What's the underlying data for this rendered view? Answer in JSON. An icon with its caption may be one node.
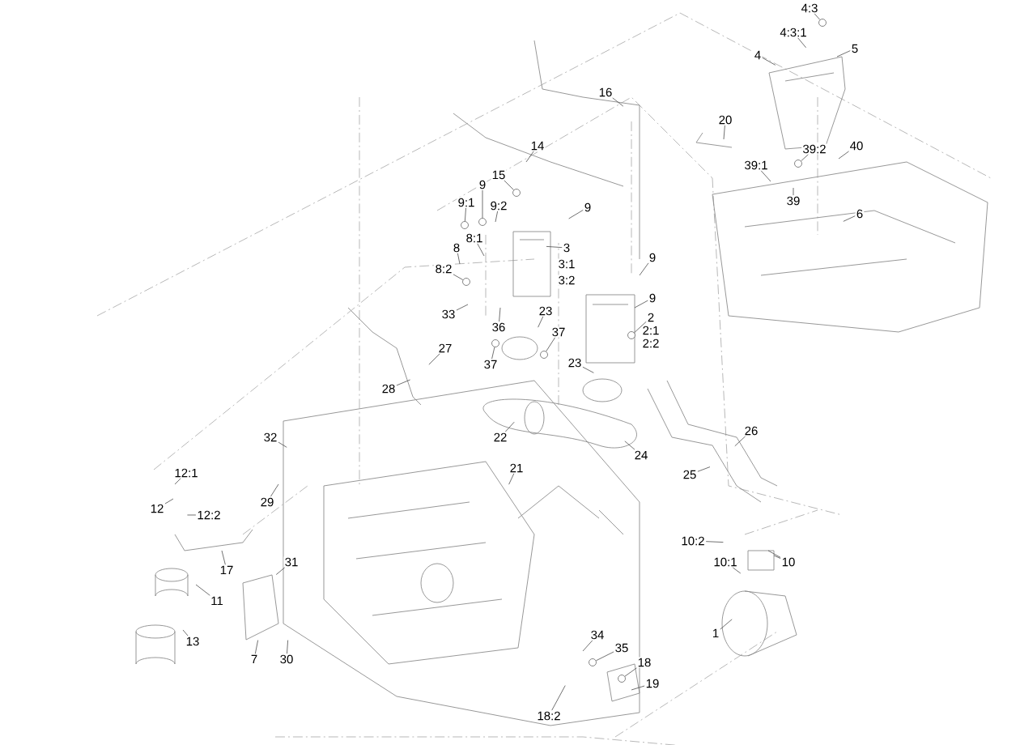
{
  "diagram": {
    "nodes": [
      {
        "text": [
          "4:3"
        ]
      },
      {
        "text": [
          "4:3:1"
        ]
      },
      {
        "text": [
          "5"
        ]
      },
      {
        "text": [
          "4"
        ]
      },
      {
        "text": [
          "16"
        ]
      },
      {
        "text": [
          "20"
        ]
      },
      {
        "text": [
          "14"
        ]
      },
      {
        "text": [
          "40"
        ]
      },
      {
        "text": [
          "39:2"
        ]
      },
      {
        "text": [
          "39:1"
        ]
      },
      {
        "text": [
          "15"
        ]
      },
      {
        "text": [
          "9"
        ]
      },
      {
        "text": [
          "39"
        ]
      },
      {
        "text": [
          "9:1"
        ]
      },
      {
        "text": [
          "9:2"
        ]
      },
      {
        "text": [
          "9"
        ]
      },
      {
        "text": [
          "6"
        ]
      },
      {
        "text": [
          "8:1"
        ]
      },
      {
        "text": [
          "8"
        ]
      },
      {
        "text": [
          "3"
        ]
      },
      {
        "text": [
          "9"
        ]
      },
      {
        "text": [
          "8:2"
        ]
      },
      {
        "text": [
          "9"
        ]
      },
      {
        "text": [
          "33"
        ]
      },
      {
        "text": [
          "23"
        ]
      },
      {
        "text": [
          "2"
        ]
      },
      {
        "text": [
          "36"
        ]
      },
      {
        "text": [
          "37"
        ]
      },
      {
        "text": [
          "27"
        ]
      },
      {
        "text": [
          "37"
        ]
      },
      {
        "text": [
          "23"
        ]
      },
      {
        "text": [
          "28"
        ]
      },
      {
        "text": [
          "26"
        ]
      },
      {
        "text": [
          "22"
        ]
      },
      {
        "text": [
          "32"
        ]
      },
      {
        "text": [
          "24"
        ]
      },
      {
        "text": [
          "21"
        ]
      },
      {
        "text": [
          "12:1"
        ]
      },
      {
        "text": [
          "25"
        ]
      },
      {
        "text": [
          "29"
        ]
      },
      {
        "text": [
          "12"
        ]
      },
      {
        "text": [
          "12:2"
        ]
      },
      {
        "text": [
          "10:2"
        ]
      },
      {
        "text": [
          "31"
        ]
      },
      {
        "text": [
          "10:1"
        ]
      },
      {
        "text": [
          "10"
        ]
      },
      {
        "text": [
          "17"
        ]
      },
      {
        "text": [
          "11"
        ]
      },
      {
        "text": [
          "1"
        ]
      },
      {
        "text": [
          "34"
        ]
      },
      {
        "text": [
          "13"
        ]
      },
      {
        "text": [
          "35"
        ]
      },
      {
        "text": [
          "7"
        ]
      },
      {
        "text": [
          "30"
        ]
      },
      {
        "text": [
          "18"
        ]
      },
      {
        "text": [
          "19"
        ]
      },
      {
        "text": [
          "18:2"
        ]
      },
      {
        "text": [],
        "shape": "circle"
      },
      {
        "text": [],
        "shape": "circle"
      },
      {
        "text": [],
        "shape": "circle"
      },
      {
        "text": [],
        "shape": "circle"
      },
      {
        "text": [],
        "shape": "circle"
      },
      {
        "text": [],
        "shape": "circle"
      },
      {
        "text": [],
        "shape": "circle"
      },
      {
        "text": [],
        "shape": "circle"
      },
      {
        "text": [],
        "shape": "circle"
      },
      {
        "text": [],
        "shape": "circle"
      },
      {
        "text": [],
        "shape": "circle"
      }
    ],
    "edges": [
      {
        "from": 0,
        "to": 57,
        "arrow": "none"
      },
      {
        "from": 1,
        "to": null,
        "arrow": "none"
      },
      {
        "from": 2,
        "to": null,
        "arrow": "none"
      },
      {
        "from": 3,
        "to": null,
        "arrow": "none"
      },
      {
        "from": 4,
        "to": null,
        "arrow": "none"
      },
      {
        "from": 5,
        "to": null,
        "arrow": "none"
      },
      {
        "from": 6,
        "to": null,
        "arrow": "none"
      },
      {
        "from": 7,
        "to": null,
        "arrow": "none"
      },
      {
        "from": 8,
        "to": 58,
        "arrow": "none"
      },
      {
        "from": 9,
        "to": null,
        "arrow": "none"
      },
      {
        "from": 10,
        "to": 59,
        "arrow": "none"
      },
      {
        "from": 11,
        "to": 60,
        "arrow": "none"
      },
      {
        "from": 12,
        "to": null,
        "arrow": "none"
      },
      {
        "from": 13,
        "to": 61,
        "arrow": "none"
      },
      {
        "from": 14,
        "to": null,
        "arrow": "none"
      },
      {
        "from": 15,
        "to": null,
        "arrow": "none"
      },
      {
        "from": 16,
        "to": null,
        "arrow": "none"
      },
      {
        "from": 17,
        "to": null,
        "arrow": "none"
      },
      {
        "from": 18,
        "to": null,
        "arrow": "none"
      },
      {
        "from": 19,
        "to": null,
        "arrow": "none"
      },
      {
        "from": 20,
        "to": null,
        "arrow": "none"
      },
      {
        "from": 21,
        "to": 62,
        "arrow": "none"
      },
      {
        "from": 22,
        "to": null,
        "arrow": "none"
      },
      {
        "from": 23,
        "to": null,
        "arrow": "none"
      },
      {
        "from": 24,
        "to": null,
        "arrow": "none"
      },
      {
        "from": 25,
        "to": 63,
        "arrow": "none"
      },
      {
        "from": 26,
        "to": null,
        "arrow": "none"
      },
      {
        "from": 27,
        "to": 64,
        "arrow": "none"
      },
      {
        "from": 28,
        "to": null,
        "arrow": "none"
      },
      {
        "from": 29,
        "to": 65,
        "arrow": "none"
      },
      {
        "from": 30,
        "to": null,
        "arrow": "none"
      },
      {
        "from": 31,
        "to": null,
        "arrow": "none"
      },
      {
        "from": 32,
        "to": null,
        "arrow": "none"
      },
      {
        "from": 33,
        "to": null,
        "arrow": "none"
      },
      {
        "from": 34,
        "to": null,
        "arrow": "none"
      },
      {
        "from": 35,
        "to": null,
        "arrow": "none"
      },
      {
        "from": 36,
        "to": null,
        "arrow": "none"
      },
      {
        "from": 37,
        "to": null,
        "arrow": "none"
      },
      {
        "from": 38,
        "to": null,
        "arrow": "none"
      },
      {
        "from": 39,
        "to": null,
        "arrow": "none"
      },
      {
        "from": 40,
        "to": null,
        "arrow": "none"
      },
      {
        "from": 41,
        "to": null,
        "arrow": "none"
      },
      {
        "from": 42,
        "to": null,
        "arrow": "none"
      },
      {
        "from": 43,
        "to": null,
        "arrow": "none"
      },
      {
        "from": 44,
        "to": null,
        "arrow": "none"
      },
      {
        "from": 45,
        "to": null,
        "arrow": "none"
      },
      {
        "from": 45,
        "to": null,
        "arrow": "none"
      },
      {
        "from": 46,
        "to": null,
        "arrow": "none"
      },
      {
        "from": 47,
        "to": null,
        "arrow": "none"
      },
      {
        "from": 48,
        "to": null,
        "arrow": "none"
      },
      {
        "from": 49,
        "to": null,
        "arrow": "none"
      },
      {
        "from": 50,
        "to": null,
        "arrow": "none"
      },
      {
        "from": 51,
        "to": 66,
        "arrow": "none"
      },
      {
        "from": 52,
        "to": null,
        "arrow": "none"
      },
      {
        "from": 53,
        "to": null,
        "arrow": "none"
      },
      {
        "from": 54,
        "to": 67,
        "arrow": "none"
      },
      {
        "from": 55,
        "to": null,
        "arrow": "none"
      },
      {
        "from": 56,
        "to": null,
        "arrow": "none"
      }
    ],
    "labels": [
      "3:1",
      "3:2",
      "2:1",
      "2:2"
    ]
  }
}
